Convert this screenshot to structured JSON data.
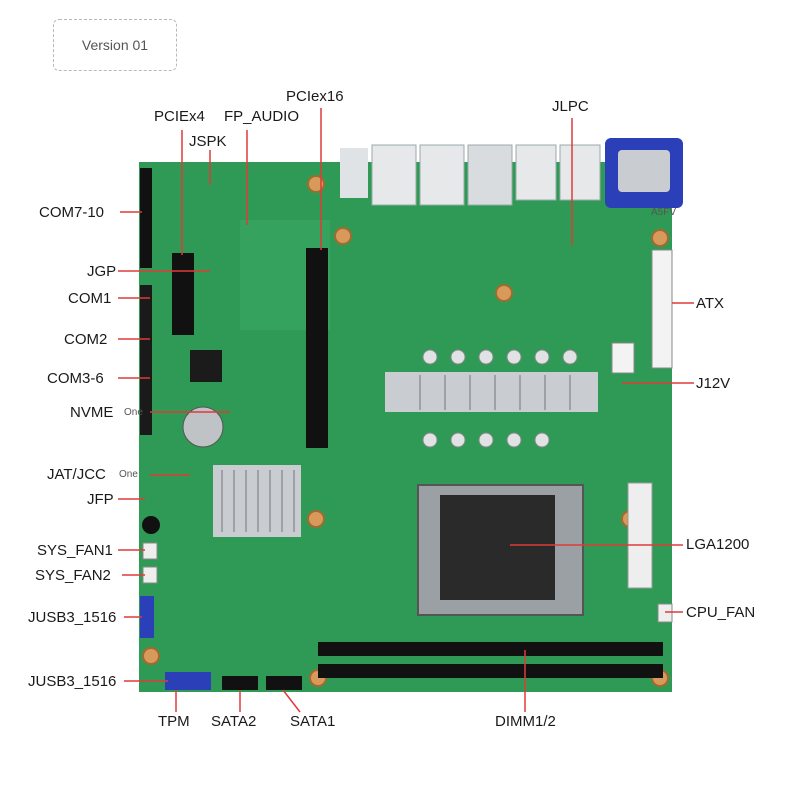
{
  "version_label": "Version 01",
  "labels": {
    "pcie_x4": "PCIEx4",
    "fp_audio": "FP_AUDIO",
    "pcie_x16": "PCIex16",
    "jspk": "JSPK",
    "jlpc": "JLPC",
    "com7_10": "COM7-10",
    "jgp": "JGP",
    "com1": "COM1",
    "com2": "COM2",
    "com3_6": "COM3-6",
    "nvme": "NVME",
    "jat_jcc": "JAT/JCC",
    "jfp": "JFP",
    "sys_fan1": "SYS_FAN1",
    "sys_fan2": "SYS_FAN2",
    "jusb3_1516_a": "JUSB3_1516",
    "jusb3_1516_b": "JUSB3_1516",
    "tpm": "TPM",
    "sata2": "SATA2",
    "sata1": "SATA1",
    "dimm": "DIMM1/2",
    "atx": "ATX",
    "j12v": "J12V",
    "lga1200": "LGA1200",
    "cpu_fan": "CPU_FAN",
    "a5fv": "A5FV",
    "one_nvme": "One",
    "one_jat": "One"
  },
  "colors": {
    "pcb": "#2f9a55",
    "pcb_dark": "#1f7a40",
    "leader": "#e03a3a",
    "slot": "#111111",
    "heatsink": "#c9ccd0",
    "vga": "#2a3fb8"
  }
}
